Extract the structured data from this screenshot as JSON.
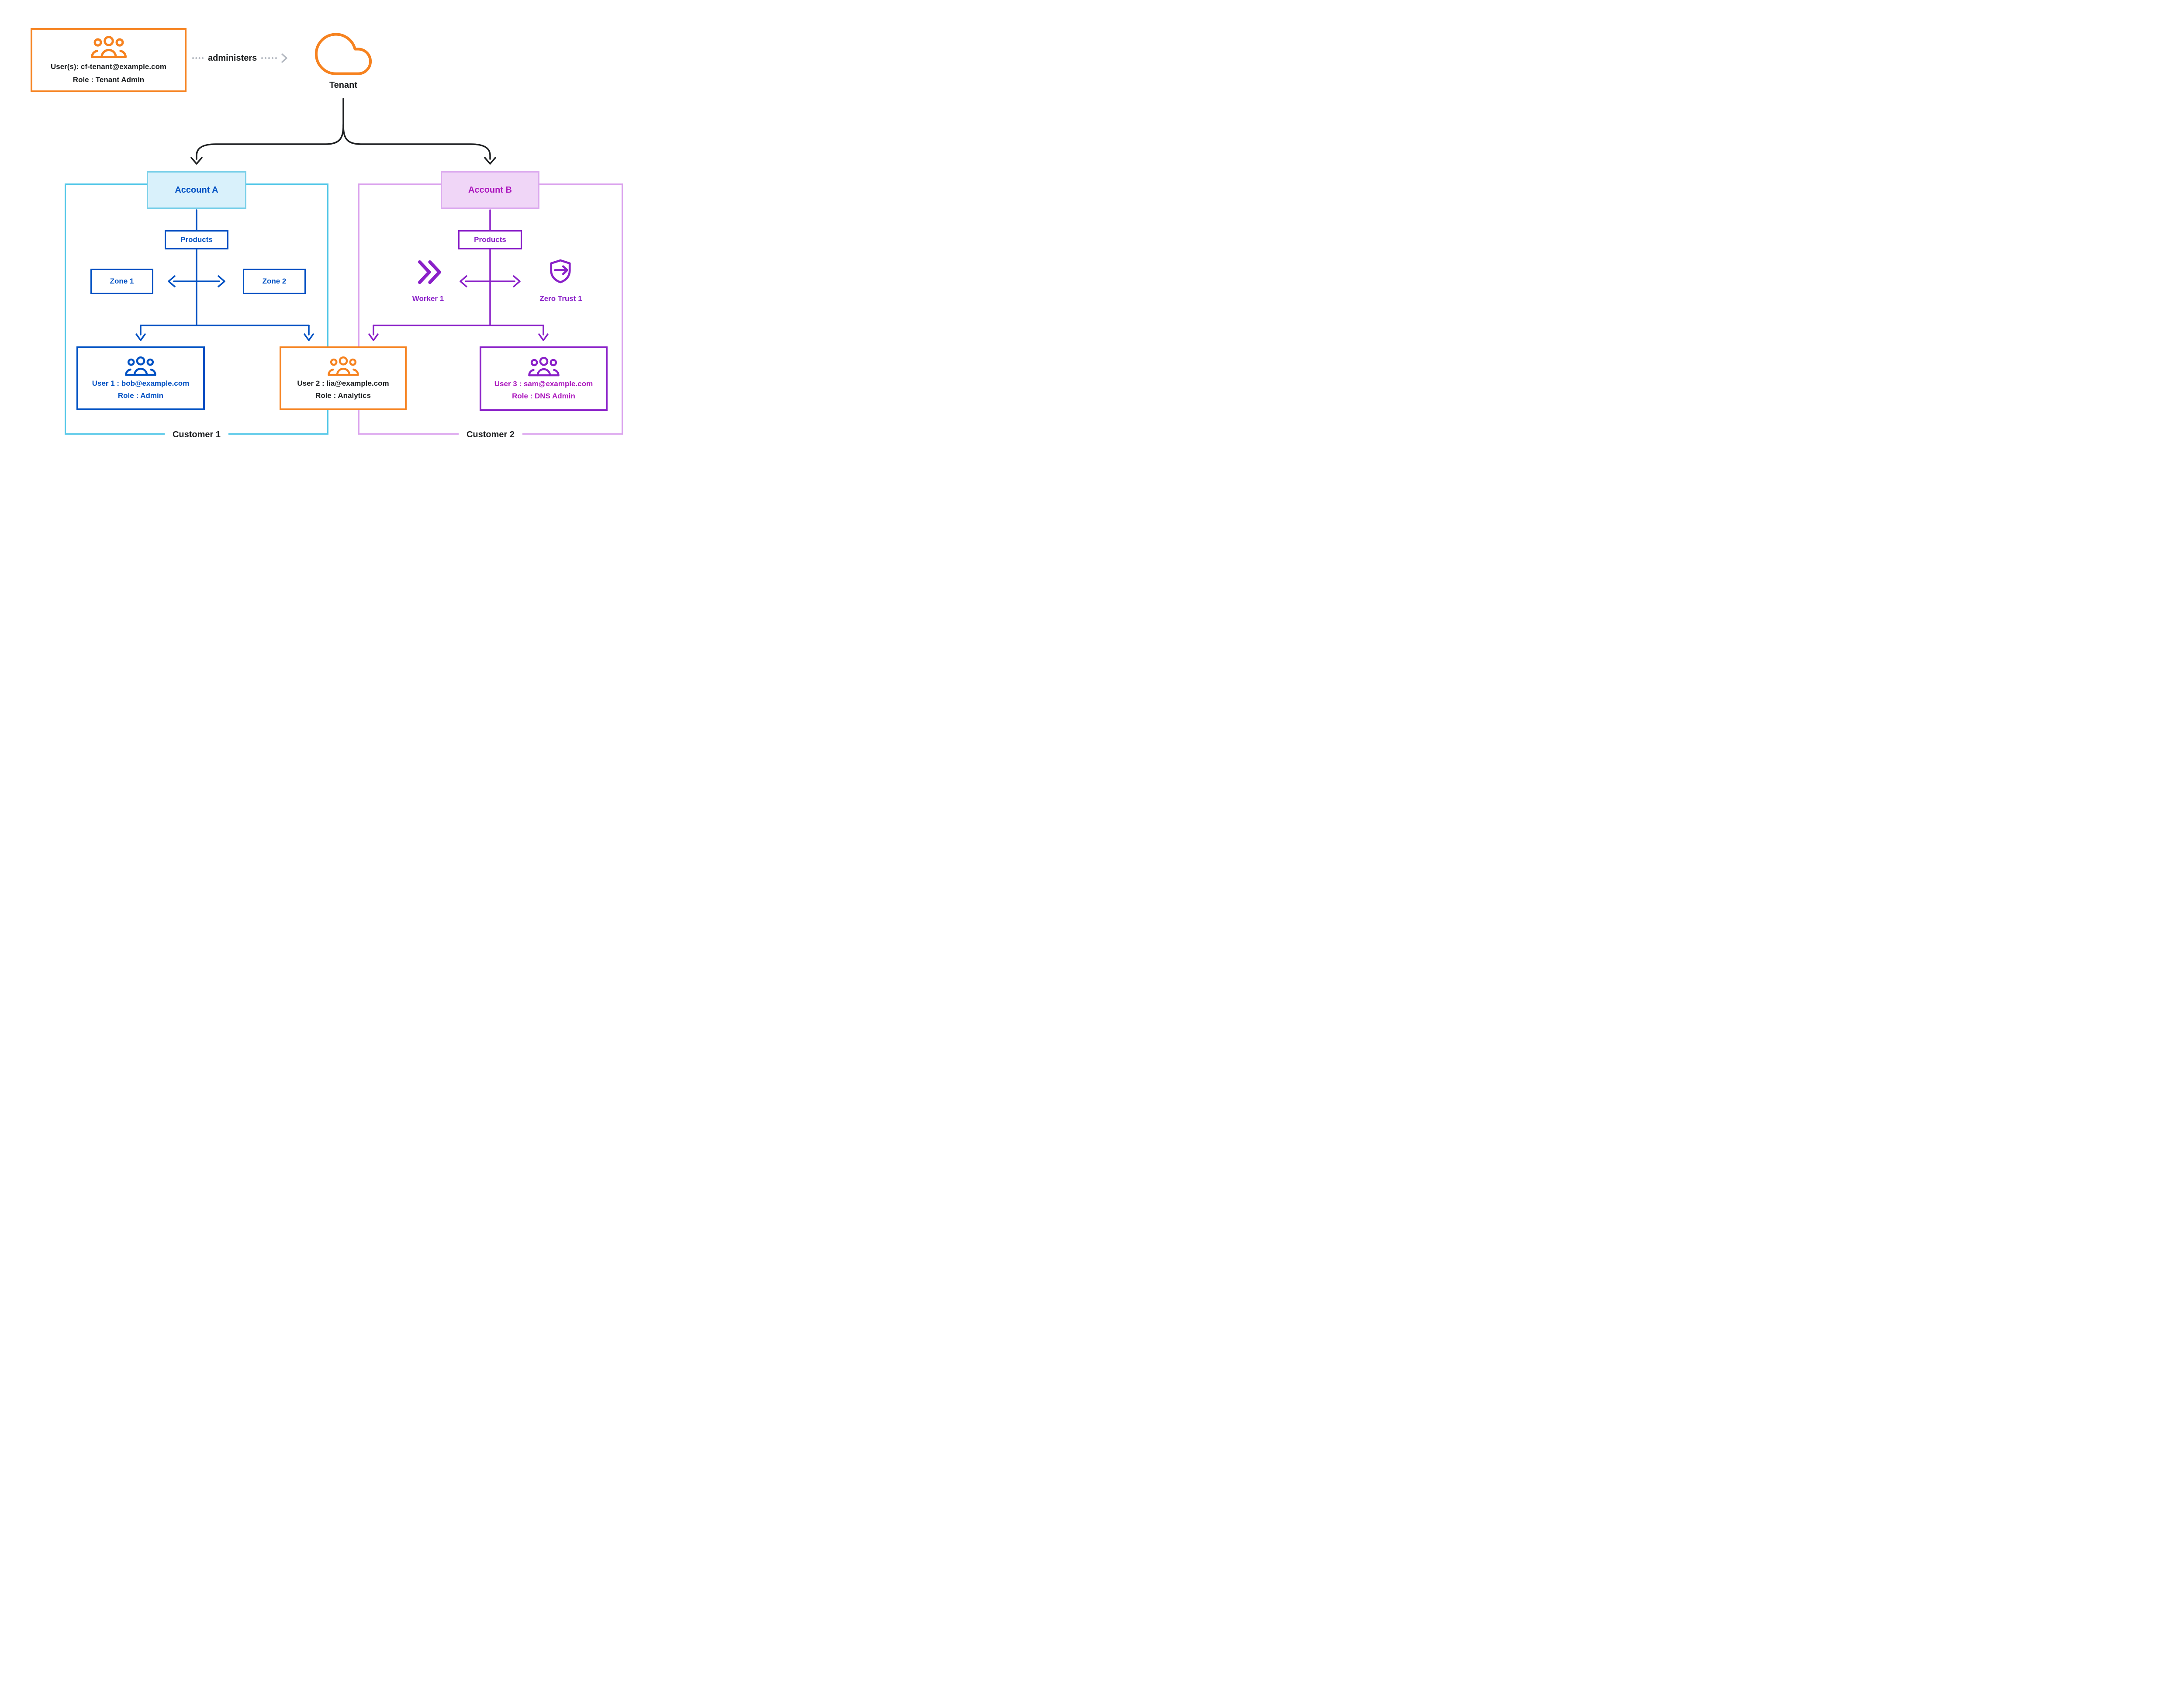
{
  "colors": {
    "orange": "#F6821F",
    "blue": "#0051C3",
    "cyan_container_border": "#56C8E8",
    "account_a_fill": "#D9F1FB",
    "account_a_border": "#7AD0E9",
    "purple": "#8A20C8",
    "magenta_text": "#AC18BE",
    "customer2_container_border": "#DCA6EE",
    "account_b_fill": "#F0D6F7",
    "account_b_border": "#DCABEF",
    "gray_dotted_arrow": "#B3B8C0",
    "text_black": "#1D1F21"
  },
  "icons": {
    "tenant_admin": "users-group-icon",
    "tenant": "cloud-icon",
    "administers": "dotted-arrow-right-icon",
    "user1": "users-group-icon",
    "user2": "users-group-icon",
    "user3": "users-group-icon",
    "worker": "workers-chevrons-icon",
    "zero_trust": "zero-trust-shield-icon"
  },
  "top": {
    "tenant_admin_box": {
      "line1": "User(s): cf-tenant@example.com",
      "line2": "Role : Tenant Admin"
    },
    "administers_label": "administers",
    "tenant_label": "Tenant"
  },
  "customer1": {
    "caption": "Customer 1",
    "account_label": "Account A",
    "products_label": "Products",
    "zones": [
      "Zone 1",
      "Zone 2"
    ],
    "users": [
      {
        "line1": "User 1 : bob@example.com",
        "line2": "Role : Admin"
      },
      {
        "line1": "User 2 : lia@example.com",
        "line2": "Role : Analytics"
      }
    ]
  },
  "customer2": {
    "caption": "Customer 2",
    "account_label": "Account B",
    "products_label": "Products",
    "products": [
      {
        "label": "Worker 1"
      },
      {
        "label": "Zero Trust 1"
      }
    ],
    "user": {
      "line1": "User 3 : sam@example.com",
      "line2": "Role : DNS Admin"
    }
  }
}
